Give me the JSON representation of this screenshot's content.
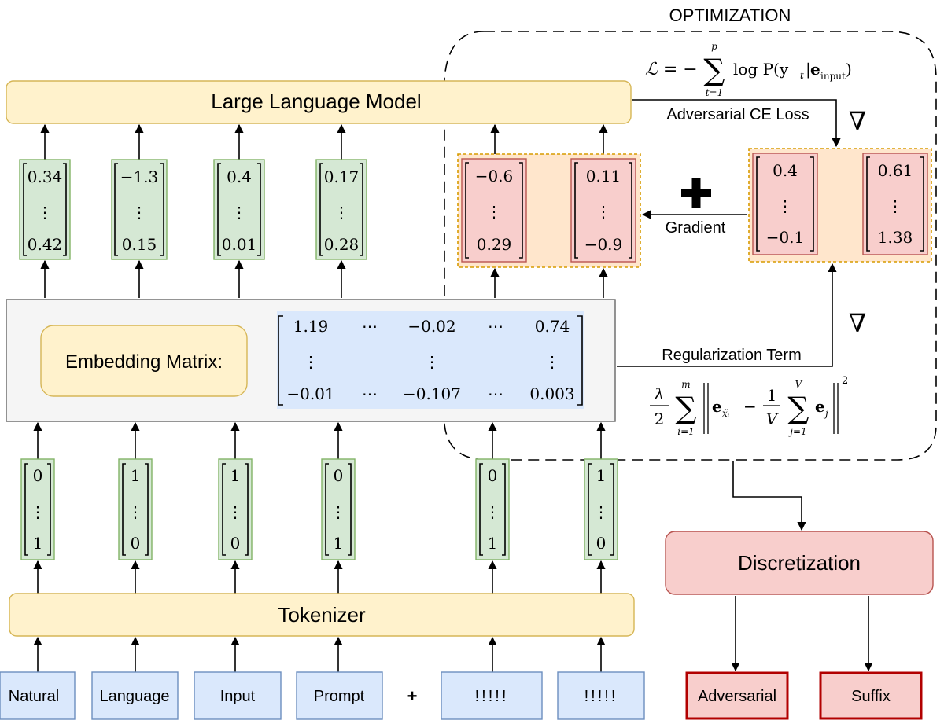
{
  "optimization_title": "OPTIMIZATION",
  "llm_label": "Large Language Model",
  "tokenizer_label": "Tokenizer",
  "embedding_label": "Embedding Matrix:",
  "discretization_label": "Discretization",
  "adv_ce_loss_label": "Adversarial CE Loss",
  "gradient_label": "Gradient",
  "regularization_label": "Regularization Term",
  "plus_sign": "+",
  "nabla_symbol": "∇",
  "plus_between_inputs": "+",
  "inputs": [
    "Natural",
    "Language",
    "Input",
    "Prompt",
    "!!!!!",
    "!!!!!"
  ],
  "outputs": [
    "Adversarial",
    "Suffix"
  ],
  "embedding_vectors": [
    {
      "top": "0.34",
      "bottom": "0.42"
    },
    {
      "top": "−1.3",
      "bottom": "0.15"
    },
    {
      "top": "0.4",
      "bottom": "0.01"
    },
    {
      "top": "0.17",
      "bottom": "0.28"
    }
  ],
  "suffix_vectors": [
    {
      "top": "−0.6",
      "bottom": "0.29"
    },
    {
      "top": "0.11",
      "bottom": "−0.9"
    }
  ],
  "gradient_vectors": [
    {
      "top": "0.4",
      "bottom": "−0.1"
    },
    {
      "top": "0.61",
      "bottom": "1.38"
    }
  ],
  "onehot_vectors": [
    {
      "top": "0",
      "bottom": "1"
    },
    {
      "top": "1",
      "bottom": "0"
    },
    {
      "top": "1",
      "bottom": "0"
    },
    {
      "top": "0",
      "bottom": "1"
    },
    {
      "top": "0",
      "bottom": "1"
    },
    {
      "top": "1",
      "bottom": "0"
    }
  ],
  "vdots": "⋮",
  "cdots": "⋯",
  "matrix": {
    "row1": [
      "1.19",
      "−0.02",
      "0.74"
    ],
    "row3": [
      "−0.01",
      "−0.107",
      "0.003"
    ]
  },
  "loss_formula": {
    "lhs": "ℒ = −",
    "sum_top": "p",
    "sum_bottom": "t=1",
    "term": "log P(y",
    "sub_t": "t",
    "bar": "|",
    "bold_e": "e",
    "sub_input": "input",
    "close": ")"
  },
  "reg_formula": {
    "lambda": "λ",
    "two": "2",
    "sum1_top": "m",
    "sum1_bottom": "i=1",
    "bold_e1": "e",
    "sub1": "x̃ᵢ",
    "minus": "−",
    "one": "1",
    "V": "V",
    "sum2_top": "V",
    "sum2_bottom": "j=1",
    "bold_e2": "e",
    "sub2": "j",
    "square": "2"
  }
}
